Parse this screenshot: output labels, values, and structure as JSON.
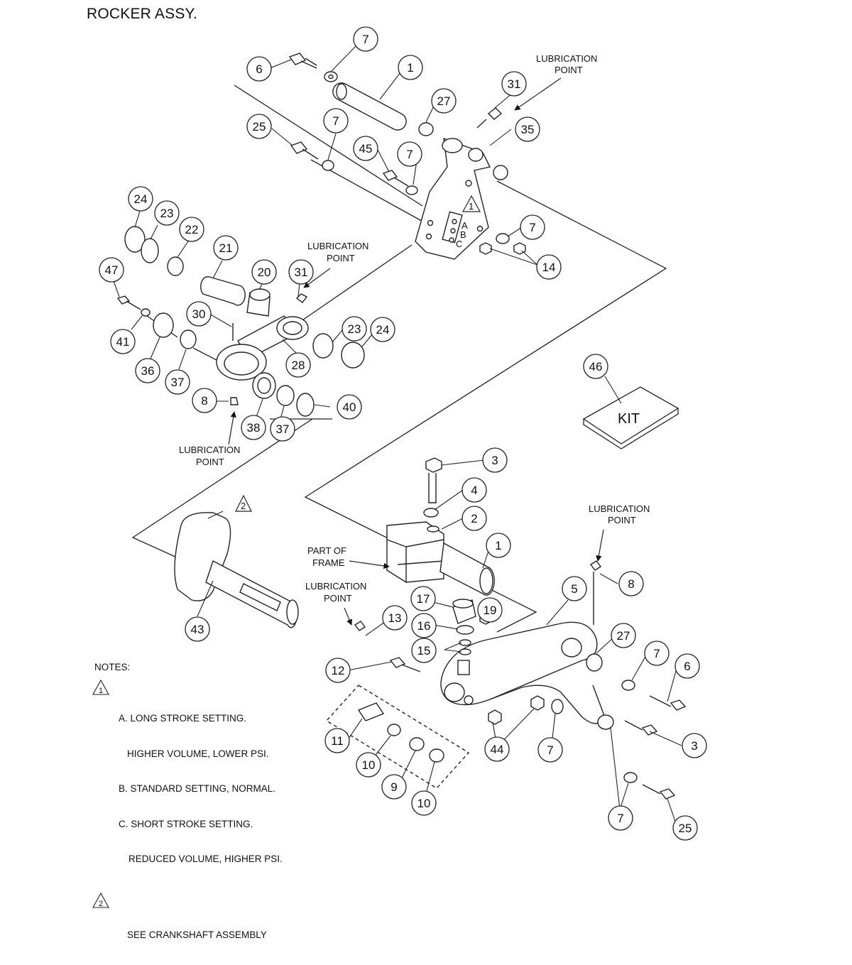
{
  "title": "ROCKER ASSY.",
  "callouts": {
    "c1a": "1",
    "c1b": "1",
    "c2": "2",
    "c3a": "3",
    "c3b": "3",
    "c4": "4",
    "c5": "5",
    "c6a": "6",
    "c6b": "6",
    "c7a": "7",
    "c7b": "7",
    "c7c": "7",
    "c7d": "7",
    "c7e": "7",
    "c7f": "7",
    "c7g": "7",
    "c8a": "8",
    "c8b": "8",
    "c9": "9",
    "c10a": "10",
    "c10b": "10",
    "c11": "11",
    "c12": "12",
    "c13": "13",
    "c14": "14",
    "c15": "15",
    "c16": "16",
    "c17": "17",
    "c19": "19",
    "c20": "20",
    "c21": "21",
    "c22": "22",
    "c23a": "23",
    "c23b": "23",
    "c24a": "24",
    "c24b": "24",
    "c25a": "25",
    "c25b": "25",
    "c27a": "27",
    "c27b": "27",
    "c28": "28",
    "c30": "30",
    "c31a": "31",
    "c31b": "31",
    "c35": "35",
    "c36": "36",
    "c37a": "37",
    "c37b": "37",
    "c38": "38",
    "c40": "40",
    "c41": "41",
    "c43": "43",
    "c44": "44",
    "c45": "45",
    "c46": "46",
    "c47": "47"
  },
  "labels": {
    "lube_line1": "LUBRICATION",
    "lube_line2": "POINT",
    "part_of": "PART OF",
    "frame": "FRAME",
    "kit": "KIT",
    "stroke_a": "A",
    "stroke_b": "B",
    "stroke_c": "C",
    "tri1": "1",
    "tri2": "2"
  },
  "notes": {
    "heading": "NOTES:",
    "a1": "A. LONG STROKE SETTING.",
    "a2": "HIGHER VOLUME, LOWER PSI.",
    "b": "B. STANDARD SETTING, NORMAL.",
    "c1": "C. SHORT STROKE SETTING.",
    "c2": "REDUCED VOLUME, HIGHER PSI.",
    "see": "SEE CRANKSHAFT ASSEMBLY",
    "tri1": "1",
    "tri2": "2"
  }
}
